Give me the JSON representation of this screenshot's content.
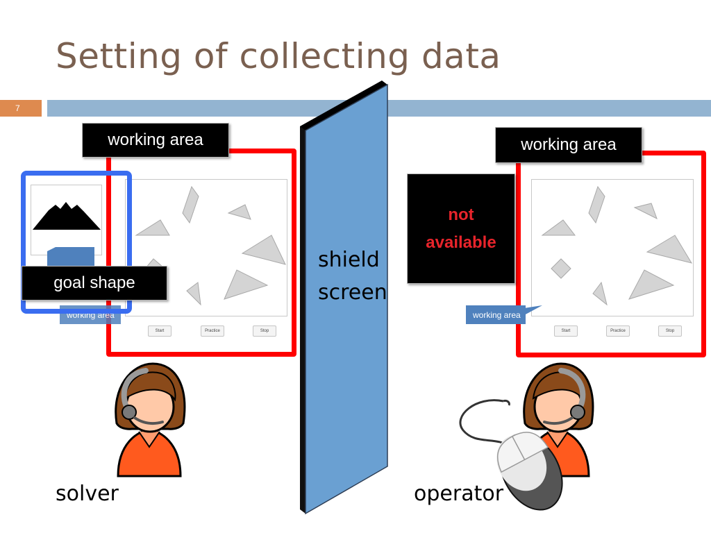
{
  "slide": {
    "title": "Setting of collecting data",
    "page_number": "7"
  },
  "solver_side": {
    "working_area_label": "working area",
    "goal_shape_label": "goal shape",
    "callout_text": "working area",
    "buttons": [
      "Start",
      "Practice",
      "Stop"
    ],
    "person_label": "solver"
  },
  "shield": {
    "line1": "shield",
    "line2": "screen"
  },
  "operator_side": {
    "working_area_label": "working area",
    "not_available_line1": "not",
    "not_available_line2": "available",
    "callout_text": "working area",
    "buttons": [
      "Start",
      "Practice",
      "Stop"
    ],
    "person_label": "operator"
  },
  "colors": {
    "title": "#7a6050",
    "frame_red": "#ff0000",
    "frame_blue": "#3a6df0",
    "shield": "#6aa0d2",
    "callout": "#4f81bd",
    "not_available_text": "#e8242b",
    "person_shirt": "#ff5a1e",
    "hair": "#8a4a1a"
  },
  "icons": [
    "headset-person-icon",
    "computer-mouse-icon",
    "mountain-goal-icon"
  ]
}
